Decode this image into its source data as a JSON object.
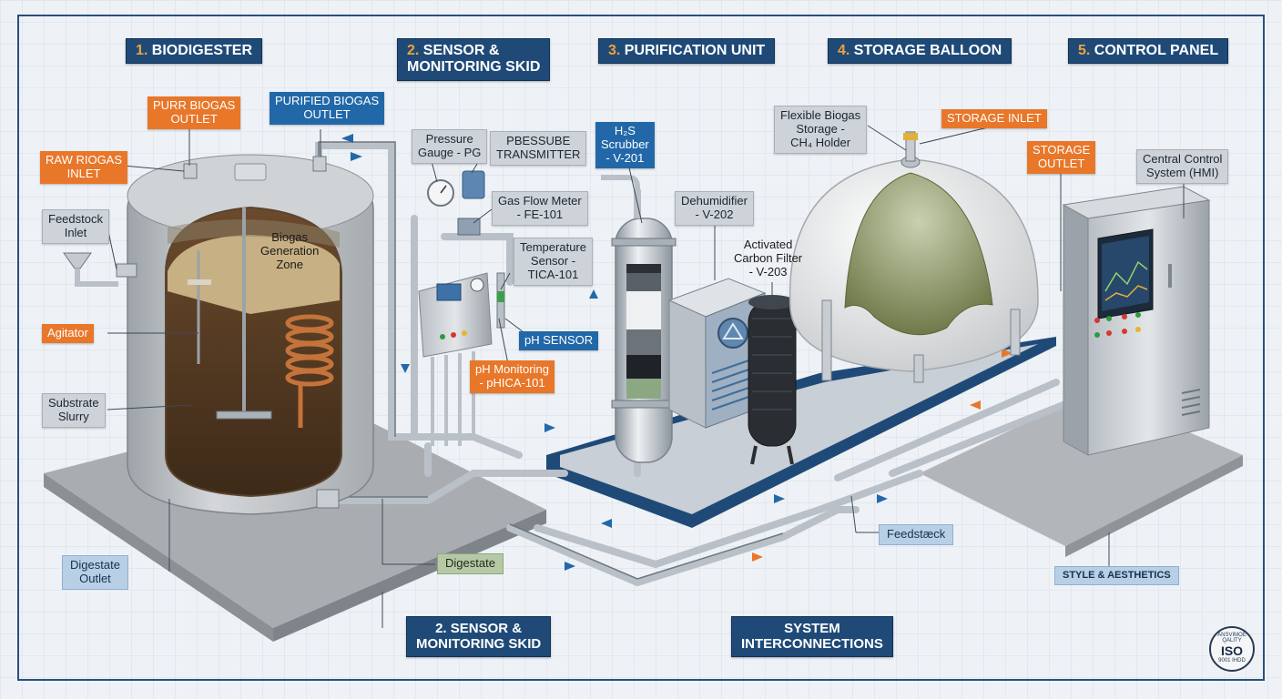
{
  "sections": [
    {
      "num": "1.",
      "label": "BIODIGESTER"
    },
    {
      "num": "2.",
      "label": "SENSOR &",
      "label2": "MONITORING SKID"
    },
    {
      "num": "3.",
      "label": "PURIFICATION UNIT"
    },
    {
      "num": "4.",
      "label": "STORAGE BALLOON"
    },
    {
      "num": "5.",
      "label": "CONTROL PANEL"
    }
  ],
  "biodigester": {
    "purr_outlet": [
      "PURR BIOGAS",
      "OUTLET"
    ],
    "purified_outlet": [
      "PURIFIED BIOGAS",
      "OUTLET"
    ],
    "raw_inlet": [
      "RAW RIOGAS",
      "INLET"
    ],
    "feedstock_inlet": [
      "Feedstock",
      "Inlet"
    ],
    "generation_zone": [
      "Biogas",
      "Generation",
      "Zone"
    ],
    "agitator": "Agitator",
    "substrate": [
      "Substrate",
      "Slurry"
    ],
    "digestate_outlet": [
      "Digestate",
      "Outlet"
    ],
    "digestate": "Digestate"
  },
  "sensors": {
    "pressure_gauge": [
      "Pressure",
      "Gauge - PG"
    ],
    "pressure_transmitter": [
      "PBESSUBE",
      "TRANSMITTER"
    ],
    "flow_meter": [
      "Gas Flow Meter",
      "- FE-101"
    ],
    "temperature": [
      "Temperature",
      "Sensor -",
      "TICA-101"
    ],
    "ph_sensor": "pH SENSOR",
    "ph_monitoring": [
      "pH Monitoring",
      "- pHICA-101"
    ]
  },
  "purification": {
    "h2s_scrubber": [
      "H₂S",
      "Scrubber",
      "- V-201"
    ],
    "dehumidifier": [
      "Dehumidifier",
      "- V-202"
    ],
    "carbon_filter": [
      "Activated",
      "Carbon Filter",
      "- V-203"
    ]
  },
  "storage": {
    "flexible": [
      "Flexible Biogas",
      "Storage -",
      "CH₄ Holder"
    ],
    "inlet": "STORAGE INLET",
    "outlet": [
      "STORAGE",
      "OUTLET"
    ]
  },
  "control": {
    "hmi": [
      "Central Control",
      "System (HMI)"
    ],
    "style": "STYLE & AESTHETICS"
  },
  "bottom": {
    "sensor_skid": [
      "2. SENSOR &",
      "MONITORING SKID"
    ],
    "interconnections": [
      "SYSTEM",
      "INTERCONNECTIONS"
    ],
    "feedstock": "Feedstæck"
  },
  "badge": {
    "ring_top": "ANSVIMOE QALITY",
    "main": "ISO",
    "ring_bottom": "9001 IHDD"
  },
  "colors": {
    "navy": "#1f4a78",
    "orange": "#e8772a",
    "blue_label": "#2268a8",
    "grey_label": "#cdd3d9",
    "accent_number": "#f0a23a"
  }
}
